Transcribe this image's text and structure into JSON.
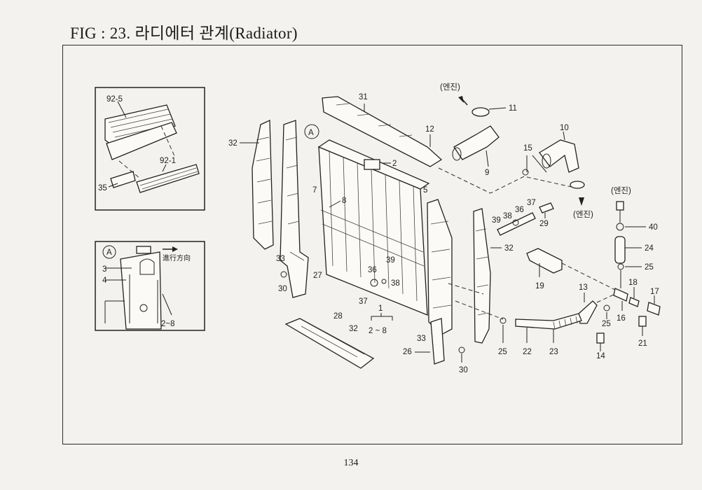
{
  "header": {
    "title": "FIG : 23. 라디에터 관계(Radiator)"
  },
  "callouts": {
    "c31": "31",
    "c32a": "32",
    "c32b": "32",
    "c32c": "32",
    "c2": "2",
    "c5": "5",
    "c7": "7",
    "c8": "8",
    "c9": "9",
    "c10": "10",
    "c11": "11",
    "c12": "12",
    "c15": "15",
    "c13": "13",
    "c14": "14",
    "c16": "16",
    "c17": "17",
    "c18": "18",
    "c19": "19",
    "c21": "21",
    "c22": "22",
    "c23": "23",
    "c24": "24",
    "c25a": "25",
    "c25b": "25",
    "c25c": "25",
    "c26": "26",
    "c27": "27",
    "c28": "28",
    "c29": "29",
    "c30a": "30",
    "c30b": "30",
    "c33a": "33",
    "c33b": "33",
    "c35": "35",
    "c36a": "36",
    "c36b": "36",
    "c37a": "37",
    "c37b": "37",
    "c38a": "38",
    "c38b": "38",
    "c39a": "39",
    "c39b": "39",
    "c40": "40",
    "c1": "1",
    "c2to8a": "2 ~ 8",
    "c2to8b": "2~8",
    "c3": "3",
    "c4": "4",
    "c92_5": "92-5",
    "c92_1": "92-1",
    "detailA1": "A",
    "detailA2": "A",
    "engine1": "(엔진)",
    "engine2": "(엔진)",
    "engine3": "(엔진)",
    "direction": "進行方向"
  },
  "footer": {
    "page_number": "134"
  }
}
